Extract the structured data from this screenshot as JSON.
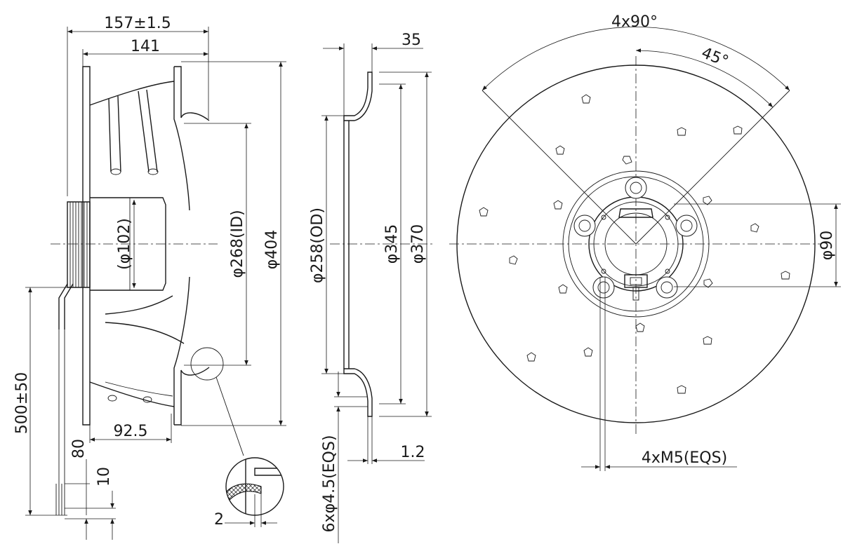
{
  "side_view": {
    "overall_length": "157±1.5",
    "body_length": "141",
    "inlet_id": "φ268(ID)",
    "wheel_diameter": "φ404",
    "motor_diameter": "(φ102)",
    "motor_offset": "92.5",
    "cable_length": "500±50",
    "cable_strip": "80",
    "wire_strip": "10"
  },
  "inlet_ring_view": {
    "depth": "35",
    "outer_diameter": "φ258(OD)",
    "hole_circle": "φ345",
    "flange_diameter": "φ370",
    "holes": "6xφ4.5(EQS)",
    "sheet_thickness": "1.2"
  },
  "detail": {
    "gap": "2"
  },
  "front_view": {
    "angle_spacing": "4x90°",
    "angle_offset": "45°",
    "bolt_circle": "φ90",
    "threads": "4xM5(EQS)"
  }
}
